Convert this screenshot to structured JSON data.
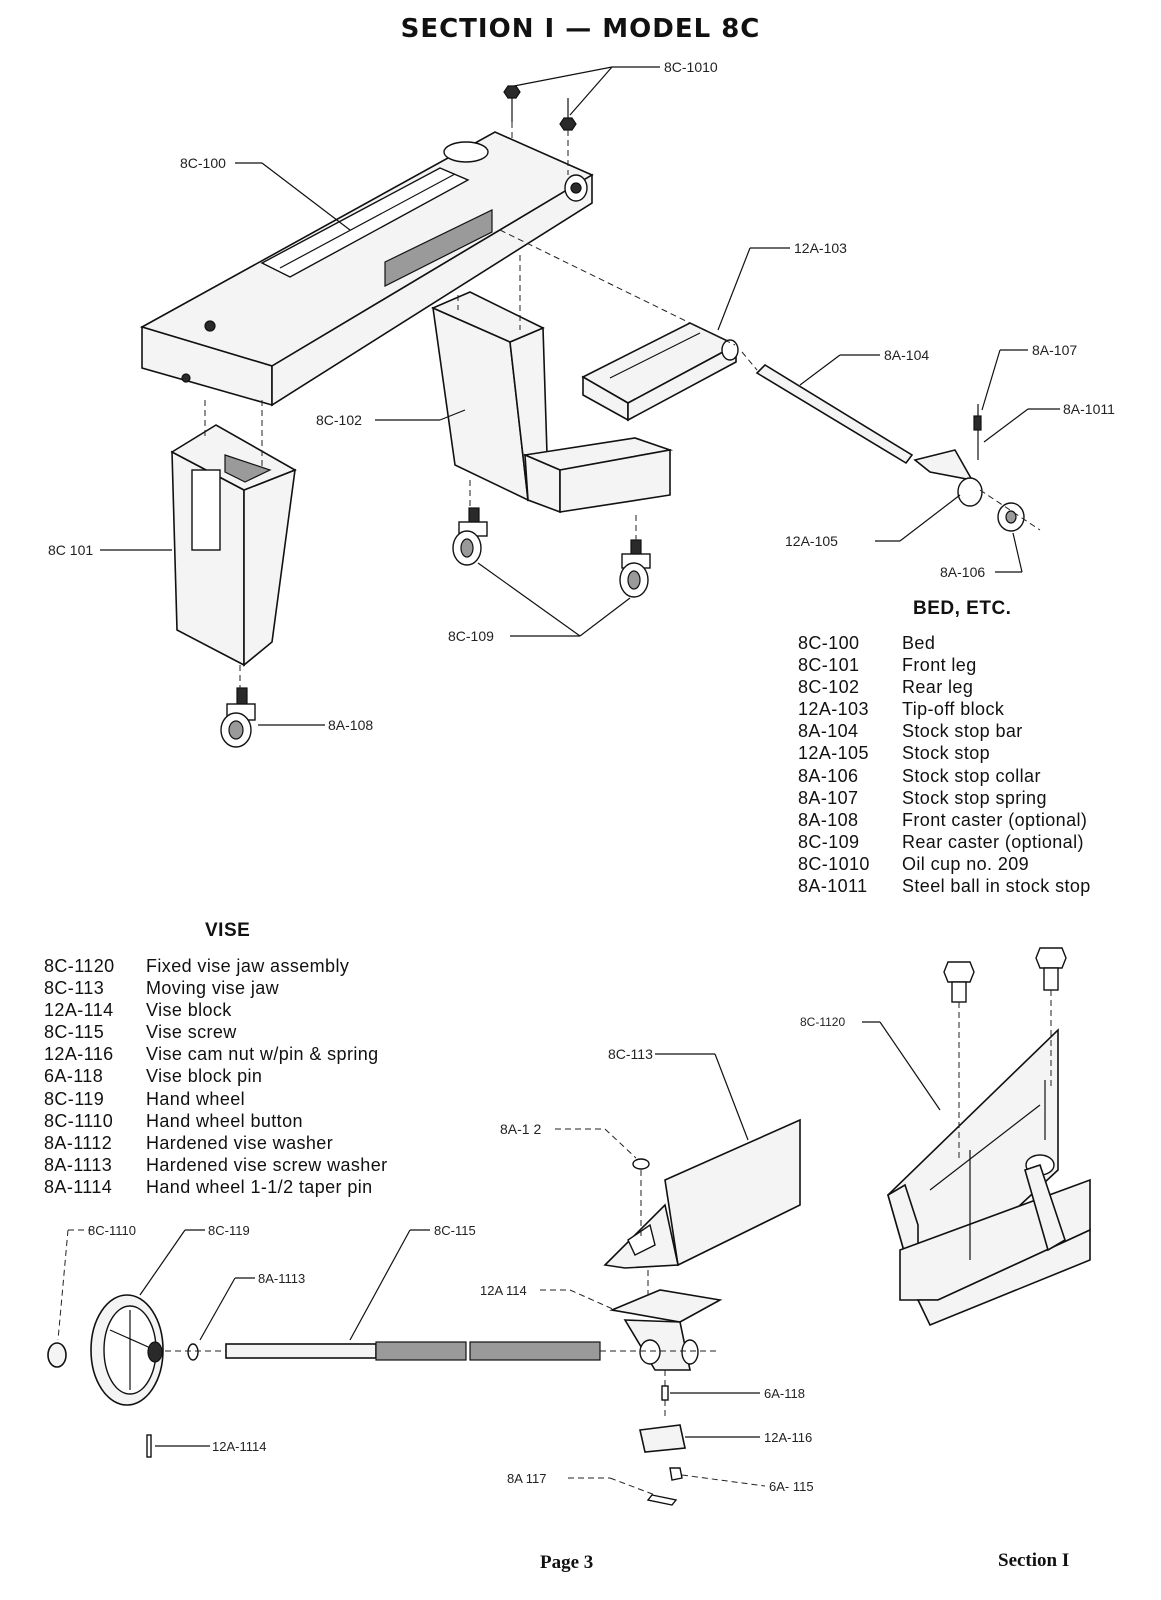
{
  "page_title": "SECTION I — MODEL 8C",
  "bed_section": {
    "heading": "BED, ETC.",
    "parts": [
      {
        "number": "8C-100",
        "description": "Bed"
      },
      {
        "number": "8C-101",
        "description": "Front leg"
      },
      {
        "number": "8C-102",
        "description": "Rear leg"
      },
      {
        "number": "12A-103",
        "description": "Tip-off block"
      },
      {
        "number": "8A-104",
        "description": "Stock stop bar"
      },
      {
        "number": "12A-105",
        "description": "Stock stop"
      },
      {
        "number": "8A-106",
        "description": "Stock stop collar"
      },
      {
        "number": "8A-107",
        "description": "Stock stop spring"
      },
      {
        "number": "8A-108",
        "description": "Front caster (optional)"
      },
      {
        "number": "8C-109",
        "description": "Rear caster (optional)"
      },
      {
        "number": "8C-1010",
        "description": "Oil cup no. 209"
      },
      {
        "number": "8A-1011",
        "description": "Steel ball in stock stop"
      }
    ]
  },
  "vise_section": {
    "heading": "VISE",
    "parts": [
      {
        "number": "8C-1120",
        "description": "Fixed vise jaw assembly"
      },
      {
        "number": "8C-113",
        "description": "Moving vise jaw"
      },
      {
        "number": "12A-114",
        "description": "Vise block"
      },
      {
        "number": "8C-115",
        "description": "Vise screw"
      },
      {
        "number": "12A-116",
        "description": "Vise cam nut w/pin & spring"
      },
      {
        "number": "6A-118",
        "description": "Vise block pin"
      },
      {
        "number": "8C-119",
        "description": "Hand wheel"
      },
      {
        "number": "8C-1110",
        "description": "Hand wheel button"
      },
      {
        "number": "8A-1112",
        "description": "Hardened vise washer"
      },
      {
        "number": "8A-1113",
        "description": "Hardened vise screw washer"
      },
      {
        "number": "8A-1114",
        "description": "Hand wheel 1-1/2 taper pin"
      }
    ]
  },
  "callouts": {
    "c_8c1010": "8C-1010",
    "c_8c100": "8C-100",
    "c_12a103": "12A-103",
    "c_8a104": "8A-104",
    "c_8a107": "8A-107",
    "c_8a1011": "8A-1011",
    "c_8c102": "8C-102",
    "c_8c101": "8C 101",
    "c_12a105": "12A-105",
    "c_8a106": "8A-106",
    "c_8c109": "8C-109",
    "c_8a108": "8A-108",
    "c_8c1120": "8C-1120",
    "c_8c113": "8C-113",
    "c_8a1112": "8A-1 2",
    "c_8c1110": "8C-1110",
    "c_8c119": "8C-119",
    "c_8c115": "8C-115",
    "c_8a1113": "8A-1113",
    "c_12a114": "12A 114",
    "c_6a118": "6A-118",
    "c_12a116": "12A-116",
    "c_12a1114": "12A-1114",
    "c_8a117": "8A 117",
    "c_6a115": "6A- 115"
  },
  "footer": {
    "page": "Page 3",
    "section": "Section I"
  }
}
